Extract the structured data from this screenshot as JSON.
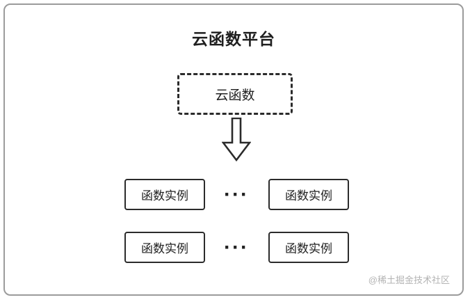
{
  "diagram": {
    "title": "云函数平台",
    "cloud_function": {
      "label": "云函数"
    },
    "arrow": {
      "icon": "down-arrow",
      "direction": "down"
    },
    "ellipsis": "···",
    "rows": [
      {
        "left": "函数实例",
        "right": "函数实例"
      },
      {
        "left": "函数实例",
        "right": "函数实例"
      }
    ],
    "watermark": "@稀土掘金技术社区",
    "colors": {
      "frame_border": "#9b9b9b",
      "box_border": "#2b2b2b",
      "text": "#1f1f1f",
      "watermark": "#b3b3b3"
    }
  }
}
